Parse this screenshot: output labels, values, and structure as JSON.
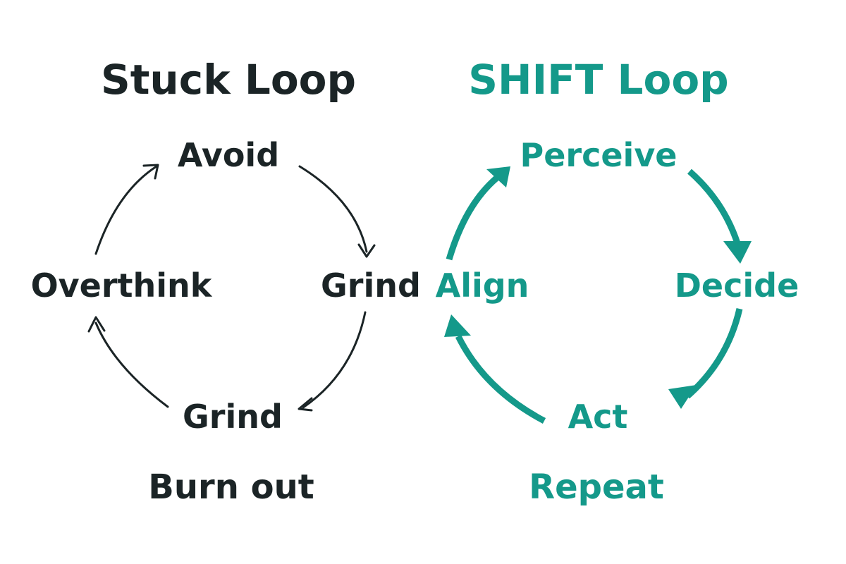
{
  "colors": {
    "stuck": "#1b2426",
    "shift": "#14998a",
    "background": "#ffffff"
  },
  "stuck_loop": {
    "title": "Stuck Loop",
    "nodes": {
      "top": "Avoid",
      "right": "Grind",
      "bottom": "Grind",
      "left": "Overthink"
    },
    "footer": "Burn out"
  },
  "shift_loop": {
    "title": "SHIFT Loop",
    "nodes": {
      "top": "Perceive",
      "right": "Decide",
      "bottom": "Act",
      "left": "Align"
    },
    "footer": "Repeat"
  }
}
